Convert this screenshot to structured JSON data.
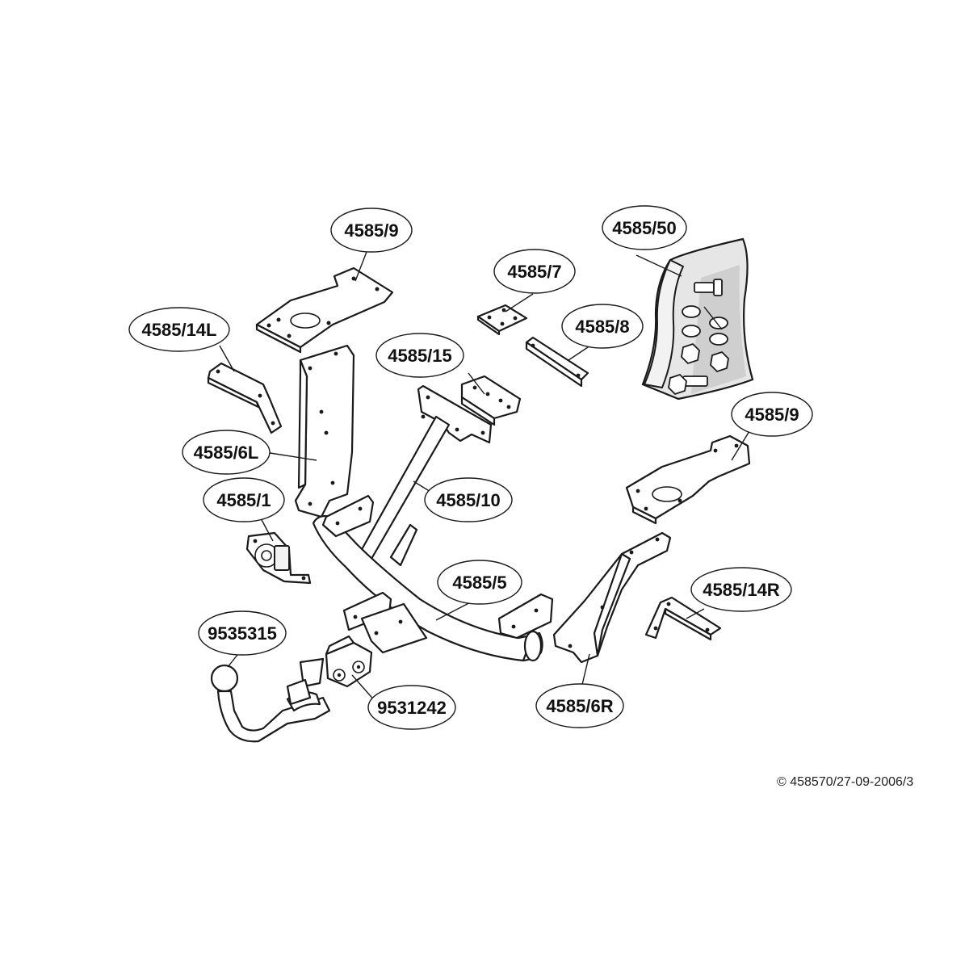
{
  "callouts": {
    "c_4585_9_top": "4585/9",
    "c_4585_50": "4585/50",
    "c_4585_7": "4585/7",
    "c_4585_14L": "4585/14L",
    "c_4585_8": "4585/8",
    "c_4585_15": "4585/15",
    "c_4585_9_right": "4585/9",
    "c_4585_6L": "4585/6L",
    "c_4585_10": "4585/10",
    "c_4585_1": "4585/1",
    "c_4585_5": "4585/5",
    "c_4585_14R": "4585/14R",
    "c_9535315": "9535315",
    "c_9531242": "9531242",
    "c_4585_6R": "4585/6R"
  },
  "copyright": "© 458570/27-09-2006/3"
}
